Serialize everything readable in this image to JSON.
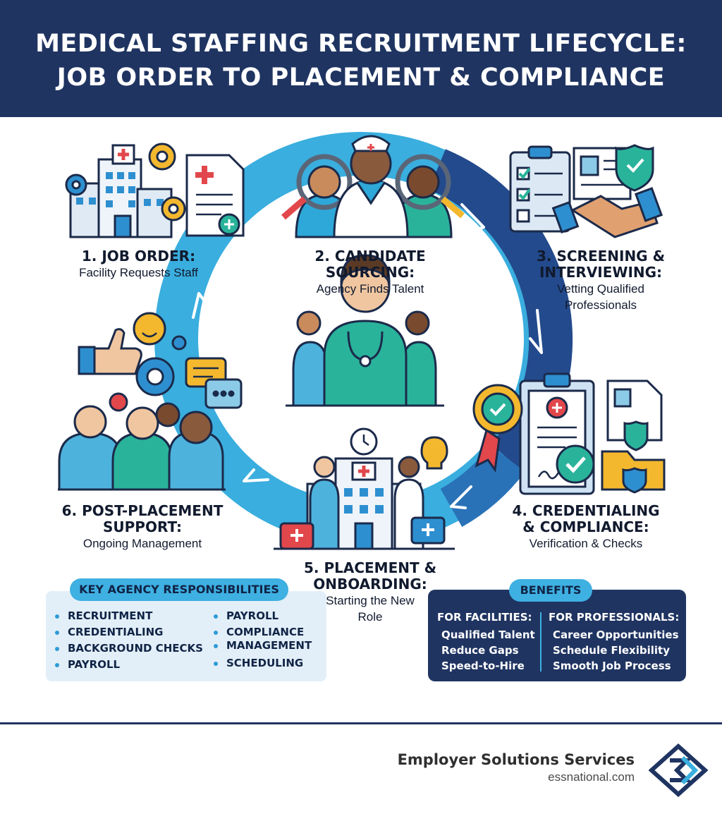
{
  "title": {
    "line1": "MEDICAL STAFFING RECRUITMENT LIFECYCLE:",
    "line2": "JOB ORDER TO PLACEMENT & COMPLIANCE"
  },
  "steps": [
    {
      "title": "1. JOB ORDER:",
      "subtitle": "Facility Requests Staff"
    },
    {
      "title": "2. CANDIDATE SOURCING:",
      "subtitle": "Agency Finds Talent"
    },
    {
      "title_l1": "3. SCREENING &",
      "title_l2": "INTERVIEWING:",
      "subtitle_l1": "Vetting Qualified",
      "subtitle_l2": "Professionals"
    },
    {
      "title_l1": "4. CREDENTIALING",
      "title_l2": "& COMPLIANCE:",
      "subtitle": "Verification & Checks"
    },
    {
      "title_l1": "5. PLACEMENT &",
      "title_l2": "ONBOARDING:",
      "subtitle_l1": "Starting the New",
      "subtitle_l2": "Role"
    },
    {
      "title_l1": "6. POST-PLACEMENT",
      "title_l2": "SUPPORT:",
      "subtitle": "Ongoing Management"
    }
  ],
  "responsibilities": {
    "heading": "KEY AGENCY RESPONSIBILITIES",
    "col1": [
      "RECRUITMENT",
      "CREDENTIALING",
      "BACKGROUND CHECKS",
      "PAYROLL"
    ],
    "col2": [
      "PAYROLL",
      "COMPLIANCE",
      "MANAGEMENT",
      "SCHEDULING"
    ]
  },
  "benefits": {
    "heading": "BENEFITS",
    "facilities": {
      "heading": "FOR FACILITIES:",
      "items": [
        "Qualified Talent",
        "Reduce Gaps",
        "Speed-to-Hire"
      ]
    },
    "professionals": {
      "heading": "FOR PROFESSIONALS:",
      "items": [
        "Career Opportunities",
        "Schedule Flexibility",
        "Smooth Job Process"
      ]
    }
  },
  "brand": {
    "name": "Employer Solutions Services",
    "url": "essnational.com"
  },
  "colors": {
    "navy": "#1f3461",
    "accent": "#3fb0e2",
    "teal": "#2ab39b",
    "red": "#e2474b",
    "yellow": "#f4b82e"
  }
}
